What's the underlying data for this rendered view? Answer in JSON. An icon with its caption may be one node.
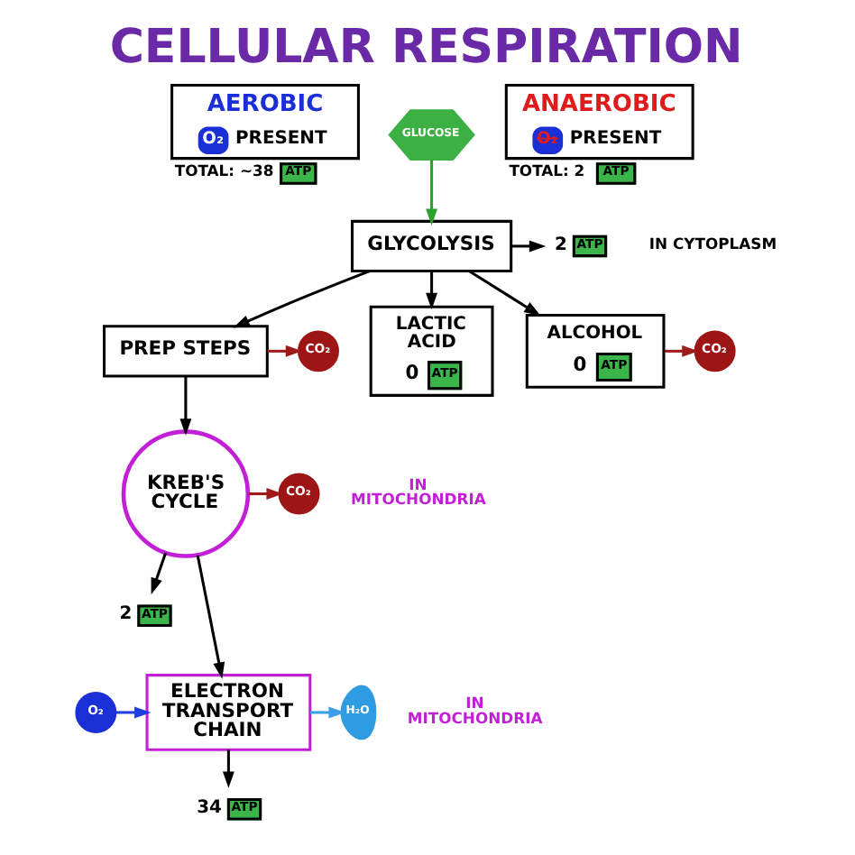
{
  "diagram": {
    "title": "CELLULAR RESPIRATION",
    "nodes": [
      {
        "text": [
          "AEROBIC",
          "O₂",
          "PRESENT"
        ],
        "beside": [
          "TOTAL: ~38",
          "ATP"
        ]
      },
      {
        "text": [
          "GLUCOSE"
        ]
      },
      {
        "text": [
          "ANAEROBIC",
          "O₂",
          "PRESENT"
        ],
        "beside": [
          "TOTAL: 2",
          "ATP"
        ]
      },
      {
        "text": [
          "GLYCOLYSIS"
        ]
      },
      {
        "text": [
          "2",
          "ATP"
        ]
      },
      {
        "text": [
          "PREP STEPS"
        ]
      },
      {
        "text": [
          "CO₂"
        ]
      },
      {
        "text": [
          "LACTIC ACID",
          "0",
          "ATP"
        ]
      },
      {
        "text": [
          "ALCOHOL",
          "0",
          "ATP"
        ]
      },
      {
        "text": [
          "CO₂"
        ]
      },
      {
        "text": [
          "KREB'S CYCLE"
        ]
      },
      {
        "text": [
          "CO₂"
        ]
      },
      {
        "text": [
          "2",
          "ATP"
        ]
      },
      {
        "text": [
          "O₂"
        ]
      },
      {
        "text": [
          "ELECTRON TRANSPORT CHAIN"
        ]
      },
      {
        "text": [
          "H₂O"
        ]
      },
      {
        "text": [
          "34",
          "ATP"
        ]
      }
    ],
    "edges": [
      {
        "from": 1,
        "to": 3,
        "arrow": "to",
        "color": "#2ca02c"
      },
      {
        "from": 3,
        "to": 4,
        "arrow": "to"
      },
      {
        "from": 3,
        "to": 5,
        "arrow": "to"
      },
      {
        "from": 3,
        "to": 7,
        "arrow": "to"
      },
      {
        "from": 3,
        "to": 8,
        "arrow": "to"
      },
      {
        "from": 5,
        "to": 6,
        "arrow": "to",
        "color": "#a11a1a"
      },
      {
        "from": 8,
        "to": 9,
        "arrow": "to",
        "color": "#a11a1a"
      },
      {
        "from": 5,
        "to": 10,
        "arrow": "to"
      },
      {
        "from": 10,
        "to": 11,
        "arrow": "to",
        "color": "#a11a1a"
      },
      {
        "from": 10,
        "to": 14,
        "arrow": "to"
      },
      {
        "from": 10,
        "to": 12,
        "arrow": "to"
      },
      {
        "from": 13,
        "to": 14,
        "arrow": "to",
        "color": "#1f3fe0"
      },
      {
        "from": 14,
        "to": 15,
        "arrow": "to",
        "color": "#3a9ee8"
      },
      {
        "from": 14,
        "to": 16,
        "arrow": "to"
      }
    ],
    "labels": [
      "IN CYTOPLASM",
      "IN MITOCHONDRIA",
      "IN MITOCHONDRIA"
    ]
  }
}
